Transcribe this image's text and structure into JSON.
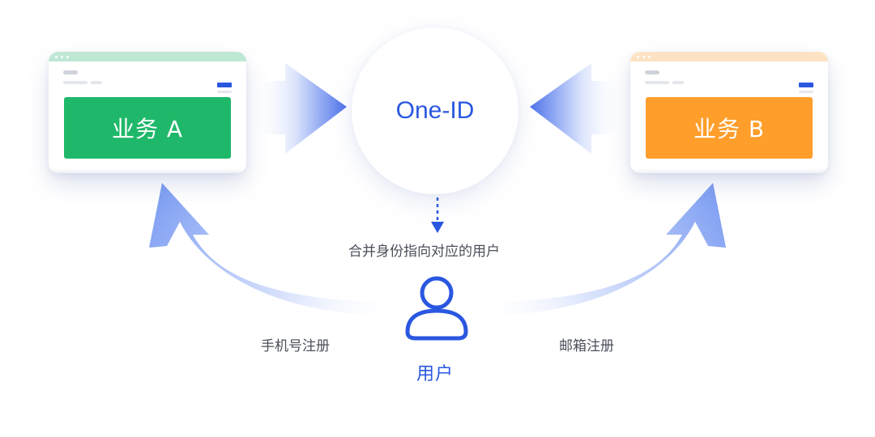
{
  "diagram": {
    "center": {
      "label": "One-ID"
    },
    "card_a": {
      "label": "业务 A",
      "color": "#1fb86a",
      "titlebar_color": "#bfe8d4"
    },
    "card_b": {
      "label": "业务 B",
      "color": "#ff9e2b",
      "titlebar_color": "#fde3c4"
    },
    "merge_note": "合并身份指向对应的用户",
    "user": {
      "label": "用户",
      "icon": "user-icon"
    },
    "left_path_label": "手机号注册",
    "right_path_label": "邮箱注册",
    "accent_color": "#2a57e0",
    "arrow_color": "#7b9cf2"
  }
}
